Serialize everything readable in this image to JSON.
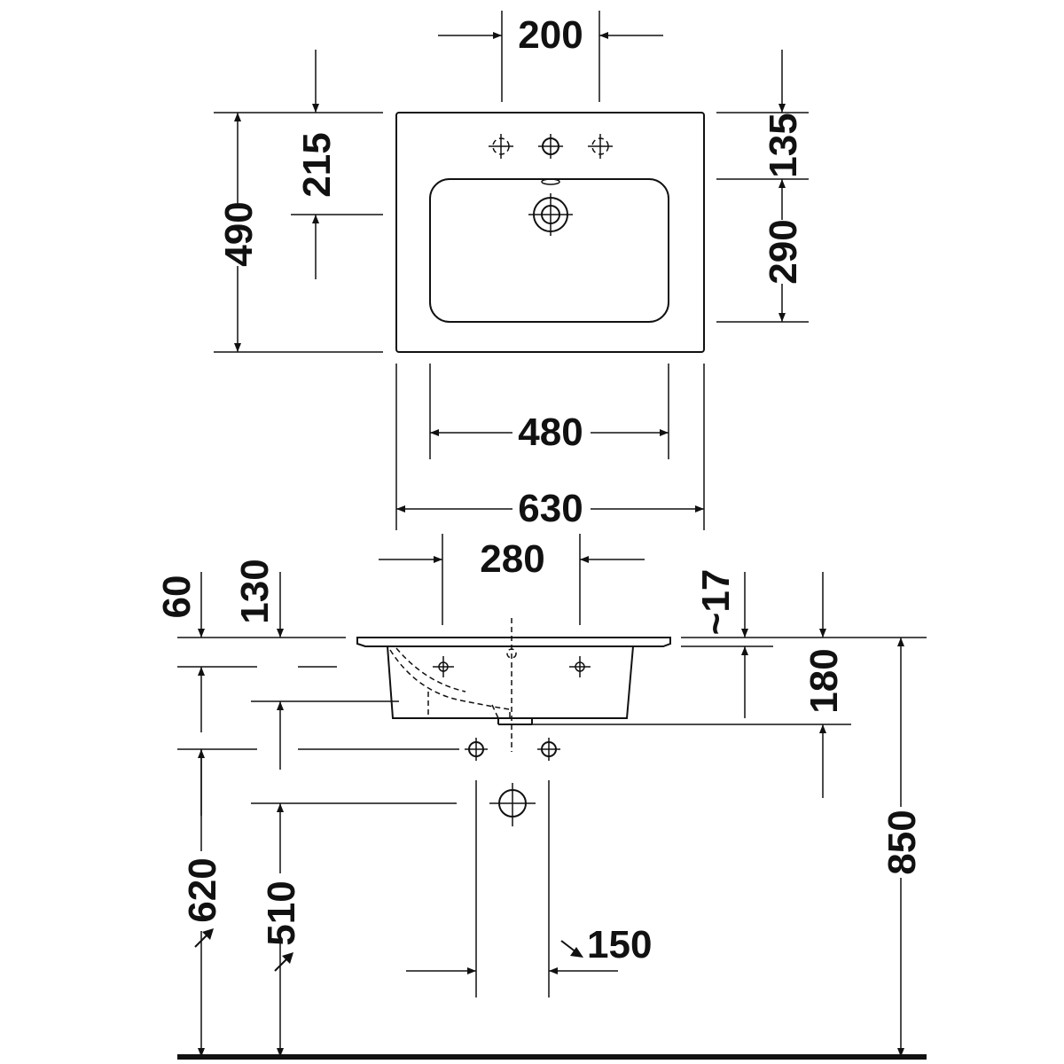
{
  "dimensions": {
    "d200": "200",
    "d215": "215",
    "d490": "490",
    "d135": "135",
    "d290": "290",
    "d480": "480",
    "d630": "630",
    "d280": "280",
    "d60": "60",
    "d130": "130",
    "d17": "~17",
    "d180": "180",
    "d850": "850",
    "d620": "620",
    "d510": "510",
    "d150": "150"
  }
}
